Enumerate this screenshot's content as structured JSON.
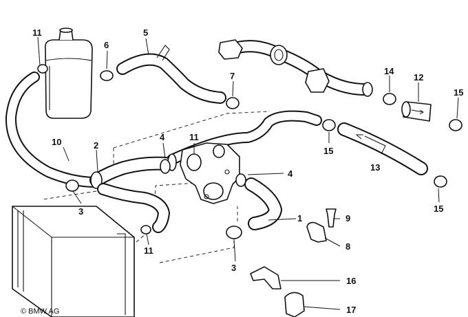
{
  "callouts": {
    "c11a": "11",
    "c6": "6",
    "c5": "5",
    "c7": "7",
    "c14": "14",
    "c12": "12",
    "c15a": "15",
    "c15b": "15",
    "c15c": "15",
    "c13": "13",
    "c10": "10",
    "c2": "2",
    "c4a": "4",
    "c11b": "11",
    "c4b": "4",
    "c3a": "3",
    "c1": "1",
    "c9": "9",
    "c8": "8",
    "c11c": "11",
    "c3b": "3",
    "c16": "16",
    "c17": "17"
  },
  "copyright": "© BMW AG"
}
